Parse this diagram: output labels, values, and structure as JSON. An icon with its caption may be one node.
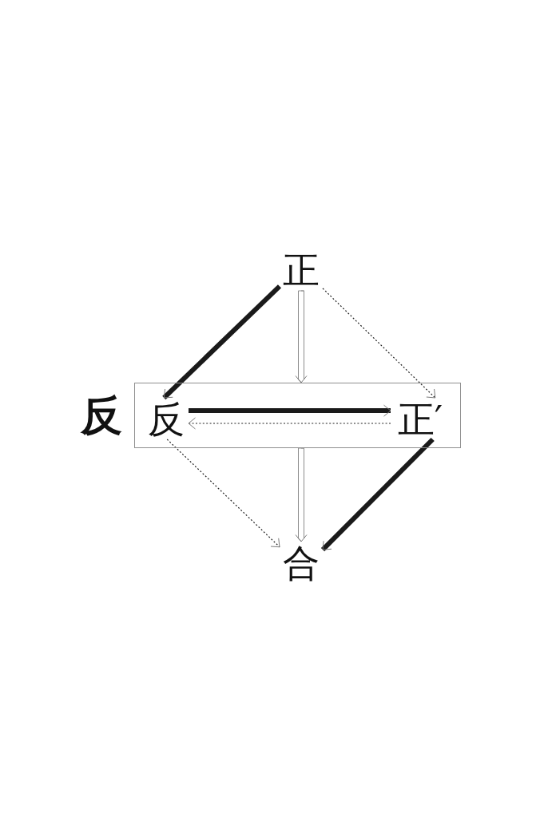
{
  "diagram": {
    "nodes": [
      {
        "text": [
          "正"
        ]
      },
      {
        "text": [
          "反"
        ]
      },
      {
        "text": [
          "反"
        ],
        "in": 1
      },
      {
        "text": [
          "正′"
        ],
        "in": 1
      },
      {
        "text": [
          "合"
        ]
      }
    ],
    "edges": [
      {
        "from": 0,
        "to": 2,
        "arrow": "to",
        "style": "thick"
      },
      {
        "from": 0,
        "to": 1,
        "arrow": "to",
        "color": "#8c8c8c"
      },
      {
        "from": 0,
        "to": 3,
        "arrow": "to",
        "style": "dashed"
      },
      {
        "from": 2,
        "to": 3,
        "arrow": "to",
        "style": "thick"
      },
      {
        "from": 3,
        "to": 2,
        "arrow": "to",
        "style": "dashed"
      },
      {
        "from": 2,
        "to": 4,
        "arrow": "to",
        "style": "dashed"
      },
      {
        "from": 1,
        "to": 4,
        "arrow": "to",
        "color": "#8c8c8c"
      },
      {
        "from": 3,
        "to": 4,
        "arrow": "to",
        "style": "thick"
      }
    ]
  }
}
